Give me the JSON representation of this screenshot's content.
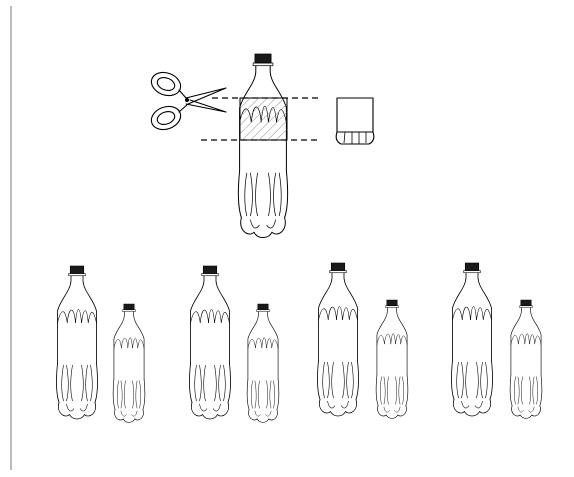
{
  "colors": {
    "ink": "#000000",
    "background": "#ffffff",
    "hatch": "#8a8a8a"
  },
  "icons": {
    "scissors": "scissors-icon",
    "bottle": "bottle-icon",
    "cut_piece": "bottle-base-piece-icon"
  },
  "cut_step": {
    "bottle_count": 1,
    "cut_lines": 2,
    "removed_section": "hatched-middle"
  },
  "pairs": [
    {
      "big": "bottle-large",
      "small": "bottle-small"
    },
    {
      "big": "bottle-large",
      "small": "bottle-small"
    },
    {
      "big": "bottle-large",
      "small": "bottle-small"
    },
    {
      "big": "bottle-large",
      "small": "bottle-small"
    }
  ]
}
